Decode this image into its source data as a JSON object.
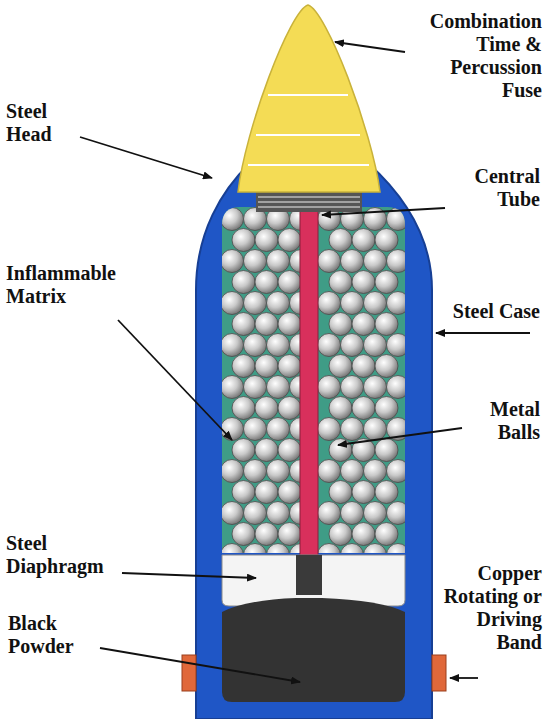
{
  "diagram": {
    "labels": [
      "Combination Time & Percussion Fuse",
      "Steel Head",
      "Central Tube",
      "Inflammable Matrix",
      "Steel Case",
      "Metal Balls",
      "Steel Diaphragm",
      "Copper Rotating or Driving Band",
      "Black Powder"
    ]
  }
}
